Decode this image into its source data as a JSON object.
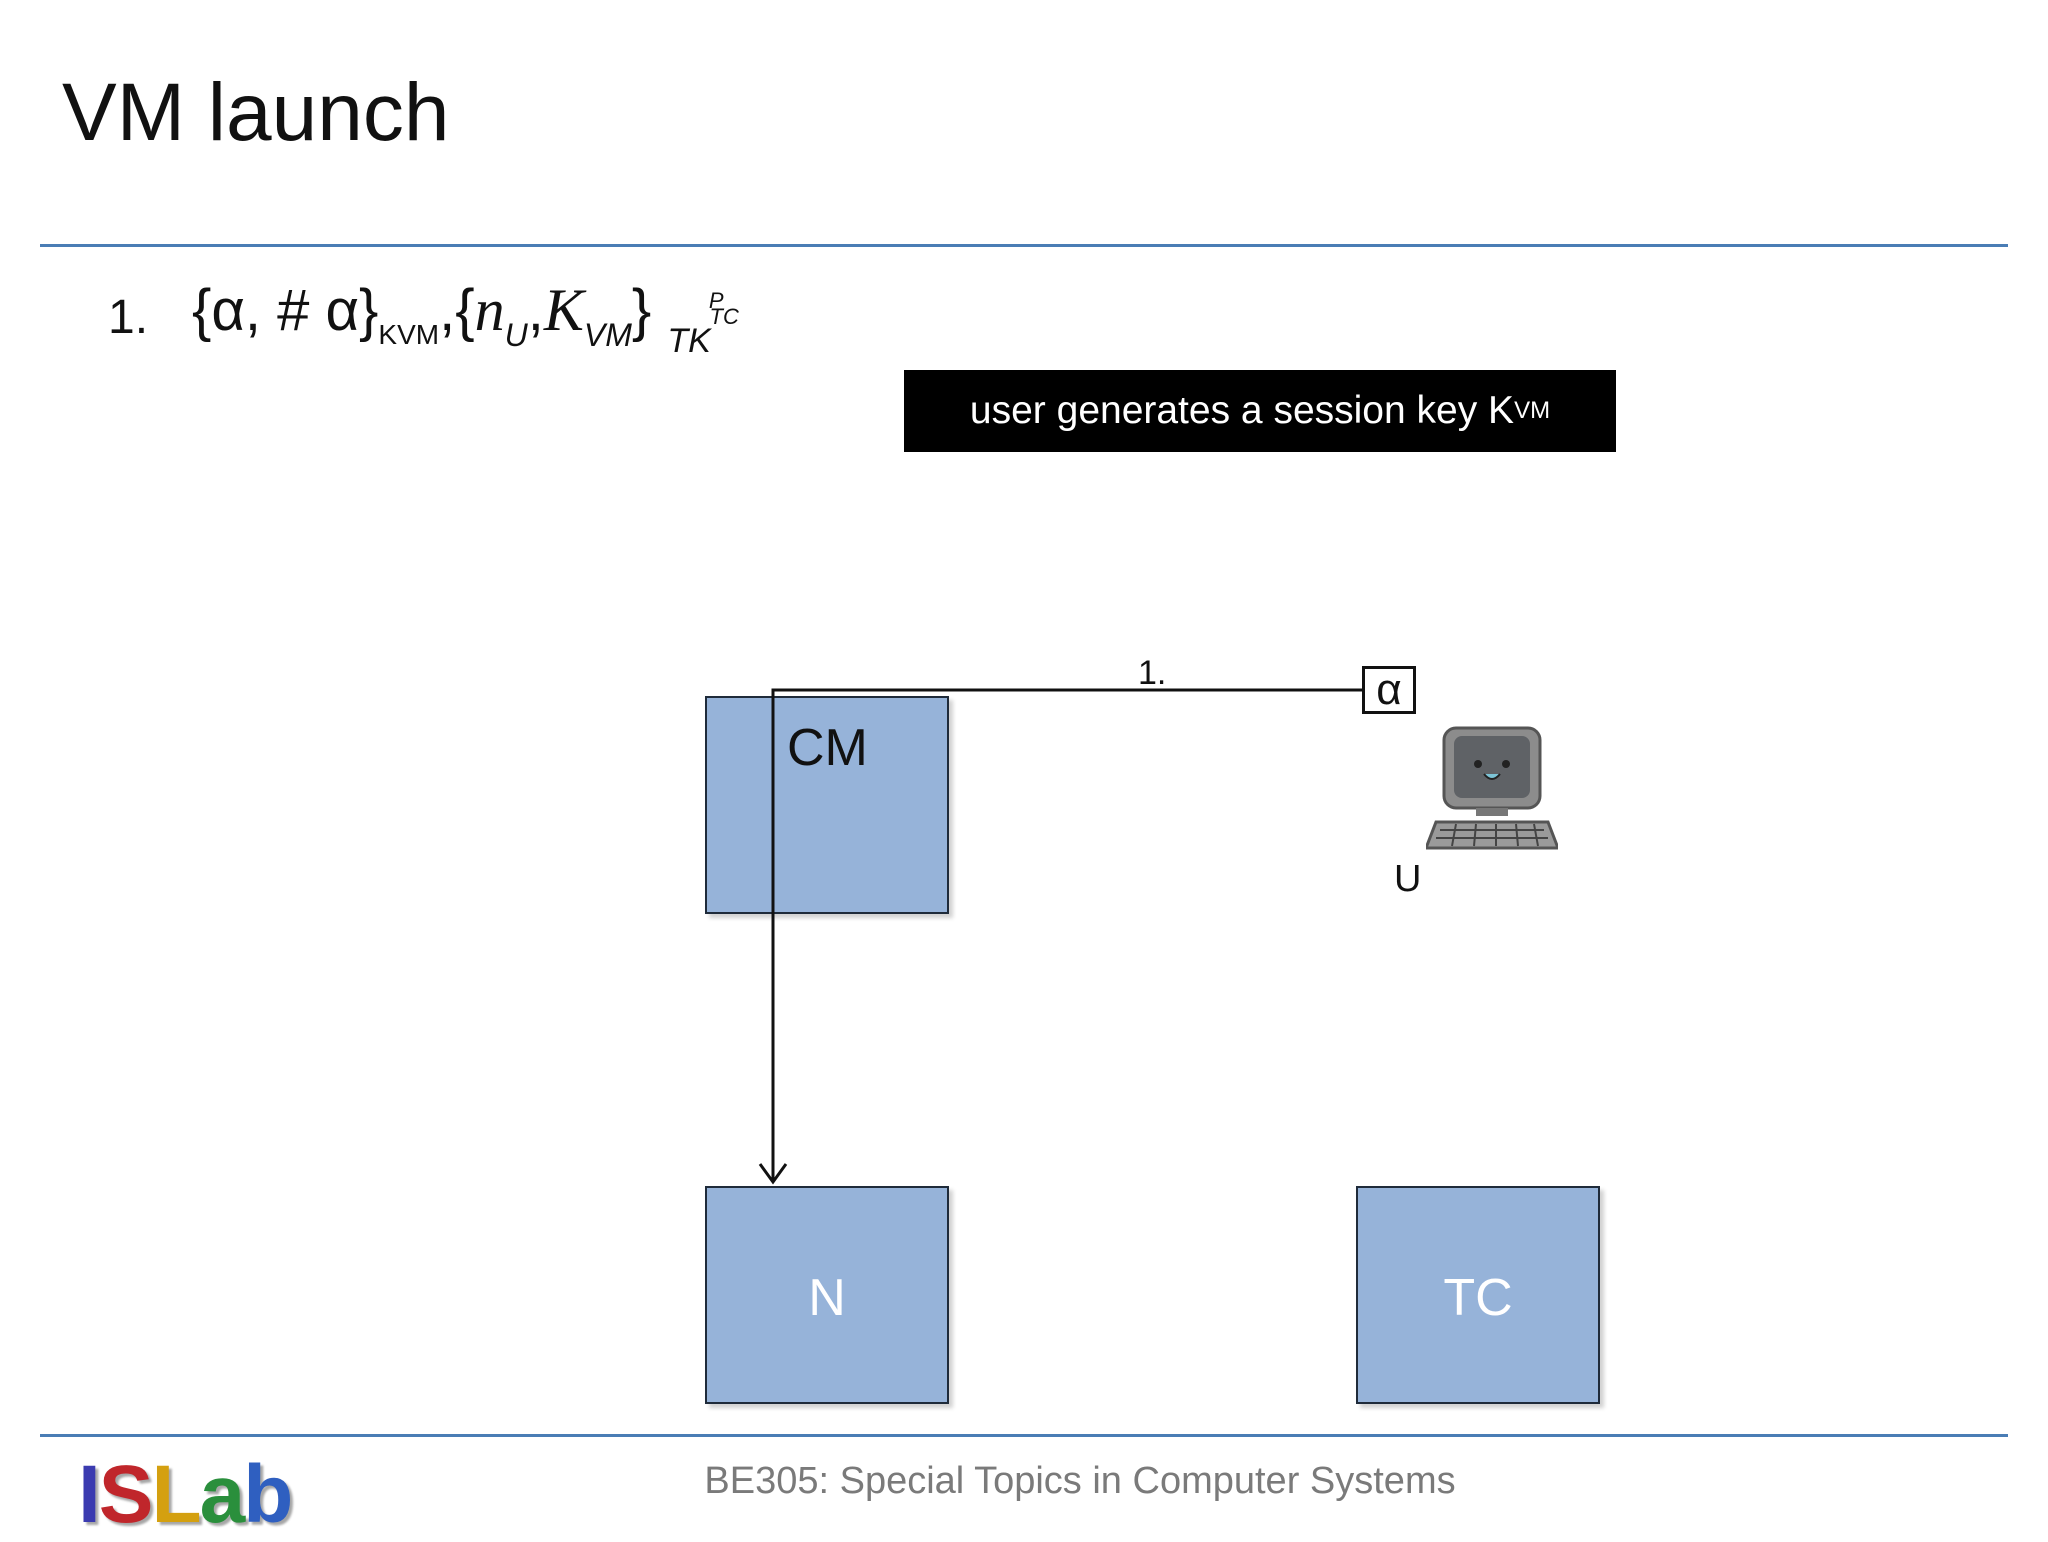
{
  "slide": {
    "title": "VM launch",
    "footer": "BE305: Special Topics in Computer Systems"
  },
  "formula": {
    "number": "1.",
    "part1_open": "{α,  # α}",
    "part1_sub": "KVM",
    "comma": ",",
    "part2_open": "{",
    "n": "n",
    "n_sub": "U",
    "sep": ",",
    "k": "K",
    "k_sub": "VM",
    "part2_close": "}",
    "tk": "TK",
    "tk_sup": "P",
    "tk_sub": "TC"
  },
  "note": {
    "text": "user generates a session key K",
    "sub": "VM"
  },
  "diagram": {
    "nodes": {
      "cm": "CM",
      "n": "N",
      "tc": "TC",
      "user": "U"
    },
    "step_label": "1.",
    "alpha": "α"
  },
  "logo": {
    "letters": [
      "I",
      "S",
      "L",
      "a",
      "b"
    ],
    "colors": [
      "#3b3bb0",
      "#c0262b",
      "#d4a010",
      "#2a8f3c",
      "#2f5fc0"
    ]
  }
}
